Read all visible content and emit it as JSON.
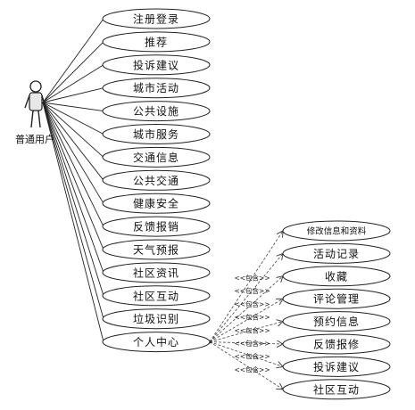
{
  "actor": {
    "label": "普通用户"
  },
  "main_use_cases": [
    {
      "label": "注册登录"
    },
    {
      "label": "推荐"
    },
    {
      "label": "投诉建议"
    },
    {
      "label": "城市活动"
    },
    {
      "label": "公共设施"
    },
    {
      "label": "城市服务"
    },
    {
      "label": "交通信息"
    },
    {
      "label": "公共交通"
    },
    {
      "label": "健康安全"
    },
    {
      "label": "反馈报销"
    },
    {
      "label": "天气预报"
    },
    {
      "label": "社区资讯"
    },
    {
      "label": "社区互动"
    },
    {
      "label": "垃圾识别"
    },
    {
      "label": "个人中心"
    }
  ],
  "sub_use_cases": [
    {
      "label": "修改信息和资料"
    },
    {
      "label": "活动记录"
    },
    {
      "label": "收藏"
    },
    {
      "label": "评论管理"
    },
    {
      "label": "预约信息"
    },
    {
      "label": "反馈报修"
    },
    {
      "label": "投诉建议"
    },
    {
      "label": "社区互动"
    }
  ],
  "include_label": "<<包含>>"
}
